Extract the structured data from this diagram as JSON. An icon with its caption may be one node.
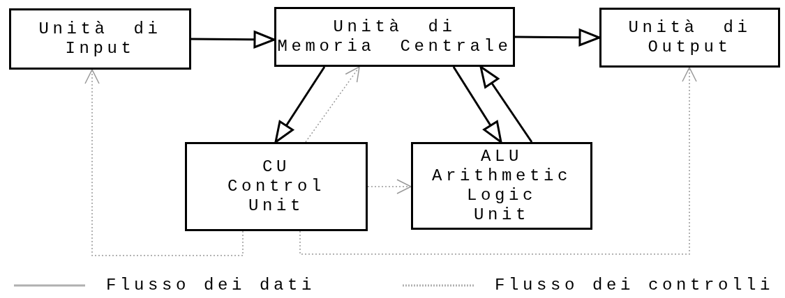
{
  "diagram": {
    "nodes": [
      {
        "text": [
          "Unità di Input"
        ]
      },
      {
        "text": [
          "Unità di Memoria Centrale"
        ]
      },
      {
        "text": [
          "Unità di Output"
        ]
      },
      {
        "text": [
          "CU Control Unit"
        ]
      },
      {
        "text": [
          "ALU Arithmetic Logic Unit"
        ]
      }
    ],
    "edges": [
      {
        "from": 0,
        "to": 1,
        "arrow": "to"
      },
      {
        "from": 1,
        "to": 2,
        "arrow": "to"
      },
      {
        "from": 1,
        "to": 3,
        "arrow": "to"
      },
      {
        "from": 1,
        "to": 4,
        "arrow": "to"
      },
      {
        "from": 4,
        "to": 1,
        "arrow": "to"
      },
      {
        "from": 3,
        "to": 1,
        "arrow": "to",
        "style": "dashed",
        "color": "#999999"
      },
      {
        "from": 3,
        "to": 4,
        "arrow": "to",
        "style": "dashed",
        "color": "#999999"
      },
      {
        "from": 3,
        "to": 0,
        "arrow": "to",
        "style": "dashed",
        "color": "#999999"
      },
      {
        "from": 3,
        "to": 2,
        "arrow": "to",
        "style": "dashed",
        "color": "#999999"
      }
    ],
    "legend": [
      {
        "text": "Flusso dei dati"
      },
      {
        "text": "Flusso dei controlli"
      }
    ]
  }
}
